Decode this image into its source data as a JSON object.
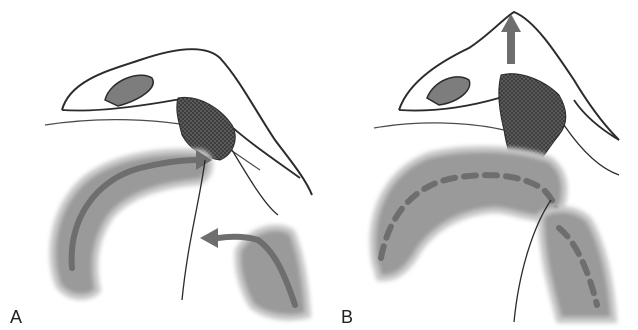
{
  "figure": {
    "panels": [
      {
        "label": "A",
        "depicts": "nasal-alar-base-with-two-rotating-flaps"
      },
      {
        "label": "B",
        "depicts": "nasal-alar-base-flaps-advanced-with-upward-arrow"
      }
    ]
  },
  "colors": {
    "line": "#2b2b2b",
    "flap_fill": "#9a9a9a",
    "flap_edge": "#c8c8c8",
    "arrow": "#6e6e6e",
    "defect": "#3a3a3a"
  }
}
